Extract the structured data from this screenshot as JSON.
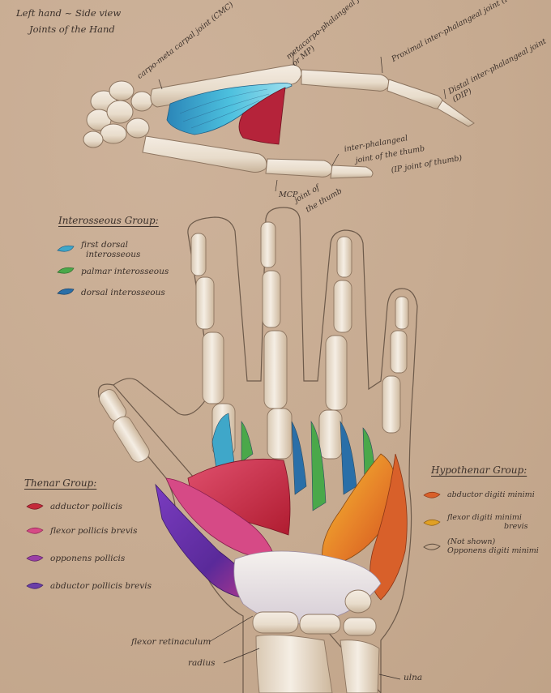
{
  "header": {
    "title_line1": "Left hand ~ Side view",
    "title_line2": "Joints of the Hand"
  },
  "side_view_labels": {
    "cmc": "carpo-meta carpal joint (CMC)",
    "mcp": "metacarpo-phalangeal joint (MCP or MP)",
    "pip": "Proximal inter-phalangeal joint (PIP)",
    "dip": "Distal inter-phalangeal joint (DIP)",
    "thumb_ip_1": "inter-phalangeal",
    "thumb_ip_2": "joint of the thumb",
    "thumb_ip_3": "(IP joint of thumb)",
    "thumb_mcp_1": "MCP",
    "thumb_mcp_2": "joint of",
    "thumb_mcp_3": "the thumb"
  },
  "interosseous": {
    "title": "Interosseous Group:",
    "items": [
      {
        "label1": "first dorsal",
        "label2": "interosseous",
        "color": "#3fa7c9"
      },
      {
        "label1": "palmar interosseous",
        "label2": "",
        "color": "#4aa84a"
      },
      {
        "label1": "dorsal interosseous",
        "label2": "",
        "color": "#2a6fa8"
      }
    ]
  },
  "thenar": {
    "title": "Thenar Group:",
    "items": [
      {
        "label": "adductor pollicis",
        "color": "#c42a3a"
      },
      {
        "label": "flexor pollicis brevis",
        "color": "#d64a86"
      },
      {
        "label": "opponens pollicis",
        "color": "#9a3fa6"
      },
      {
        "label": "abductor pollicis brevis",
        "color": "#6a3fa8"
      }
    ]
  },
  "hypothenar": {
    "title": "Hypothenar Group:",
    "items": [
      {
        "label1": "abductor digiti minimi",
        "label2": "",
        "color": "#d8602a"
      },
      {
        "label1": "flexor digiti minimi",
        "label2": "brevis",
        "color": "#e0a024"
      },
      {
        "label1": "(Not shown)",
        "label2": "Opponens digiti minimi",
        "color": "none"
      }
    ]
  },
  "bottom_labels": {
    "flexor_retinaculum": "flexor retinaculum",
    "radius": "radius",
    "ulna": "ulna"
  }
}
